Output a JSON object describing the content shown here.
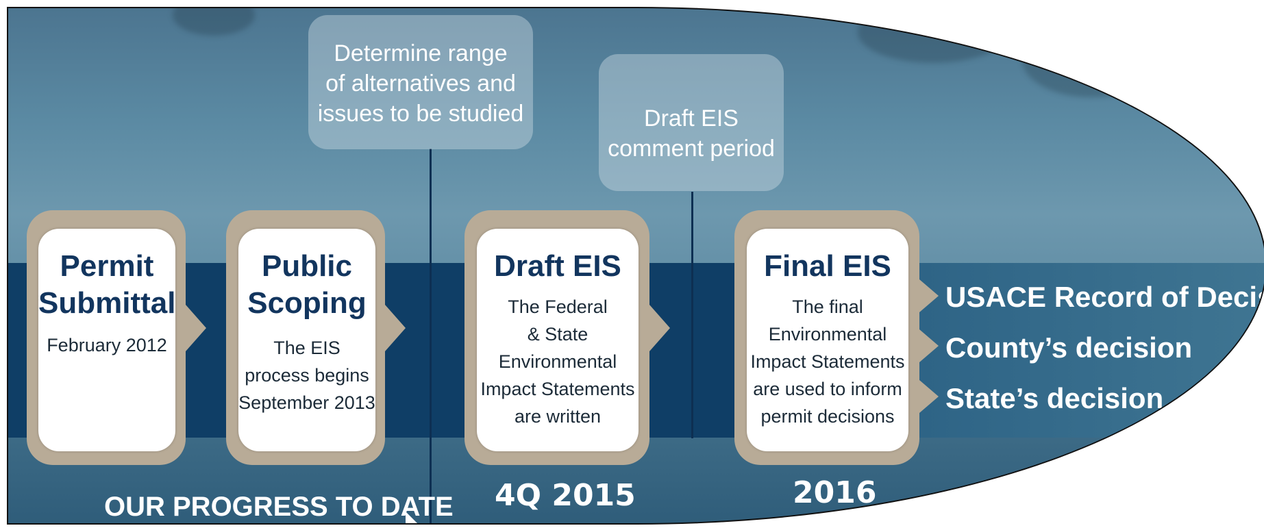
{
  "bubbles": [
    {
      "lines": [
        "Determine range",
        "of alternatives and",
        "issues to be studied"
      ]
    },
    {
      "lines": [
        "Draft EIS",
        "comment period"
      ]
    }
  ],
  "cards": [
    {
      "title_lines": [
        "Permit",
        "Submittal"
      ],
      "desc_lines": [
        "February 2012"
      ]
    },
    {
      "title_lines": [
        "Public",
        "Scoping"
      ],
      "desc_lines": [
        "The EIS",
        "process begins",
        "September 2013"
      ]
    },
    {
      "title_lines": [
        "Draft EIS"
      ],
      "desc_lines": [
        "The Federal",
        "& State",
        "Environmental",
        "Impact Statements",
        "are written"
      ]
    },
    {
      "title_lines": [
        "Final EIS"
      ],
      "desc_lines": [
        "The final",
        "Environmental",
        "Impact Statements",
        "are used to inform",
        "permit decisions"
      ]
    }
  ],
  "outcomes": [
    "USACE Record of Decision",
    "County’s decision",
    "State’s decision"
  ],
  "dates": [
    "4Q 2015",
    "2016"
  ],
  "progress_label": "OUR PROGRESS TO DATE",
  "colors": {
    "card_border": "#b8ab97",
    "band": "#0f3e66",
    "title_text": "#12355e"
  }
}
